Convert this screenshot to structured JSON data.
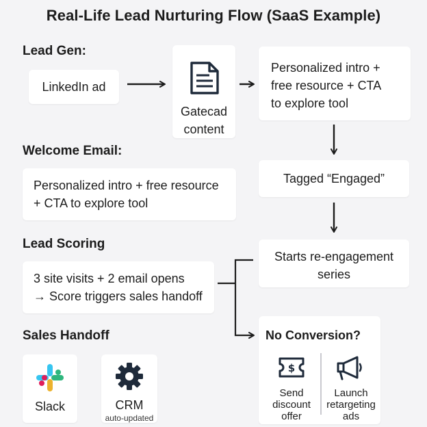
{
  "title": "Real-Life Lead Nurturing Flow (SaaS Example)",
  "sections": {
    "lead_gen": "Lead Gen:",
    "welcome_email": "Welcome Email:",
    "lead_scoring": "Lead Scoring",
    "sales_handoff": "Sales Handoff"
  },
  "lead_gen": {
    "source": "LinkedIn ad",
    "gated_line1": "Gatecad",
    "gated_line2": "content",
    "gated_icon": "document-icon",
    "email_line1": "Personalized intro +",
    "email_line2": "free resource + CTA",
    "email_line3": "to explore tool"
  },
  "welcome_email": {
    "line1": "Personalized intro + free resource",
    "line2": "+ CTA to explore tool"
  },
  "lead_scoring": {
    "line1": "3 site visits + 2 email opens",
    "line2": "→ Score triggers sales handoff"
  },
  "flow": {
    "tagged": "Tagged “Engaged”",
    "reengage_line1": "Starts re-engagement",
    "reengage_line2": "series",
    "no_conversion": "No Conversion?",
    "discount_line1": "Send",
    "discount_line2": "discount",
    "discount_line3": "offer",
    "discount_icon": "ticket-icon",
    "retarget_line1": "Launch",
    "retarget_line2": "retargeting",
    "retarget_line3": "ads",
    "retarget_icon": "megaphone-icon"
  },
  "handoff": {
    "slack": "Slack",
    "slack_icon": "slack-icon",
    "crm": "CRM",
    "crm_sub": "auto-updated",
    "crm_icon": "gear-icon"
  },
  "colors": {
    "background": "#f4f4f6",
    "card": "#ffffff",
    "ink": "#1c1c1c",
    "navy": "#1e2a3a",
    "slack_teal": "#36c5f0",
    "slack_green": "#2eb67d",
    "slack_yellow": "#ecb22e",
    "slack_red": "#e01e5a"
  }
}
